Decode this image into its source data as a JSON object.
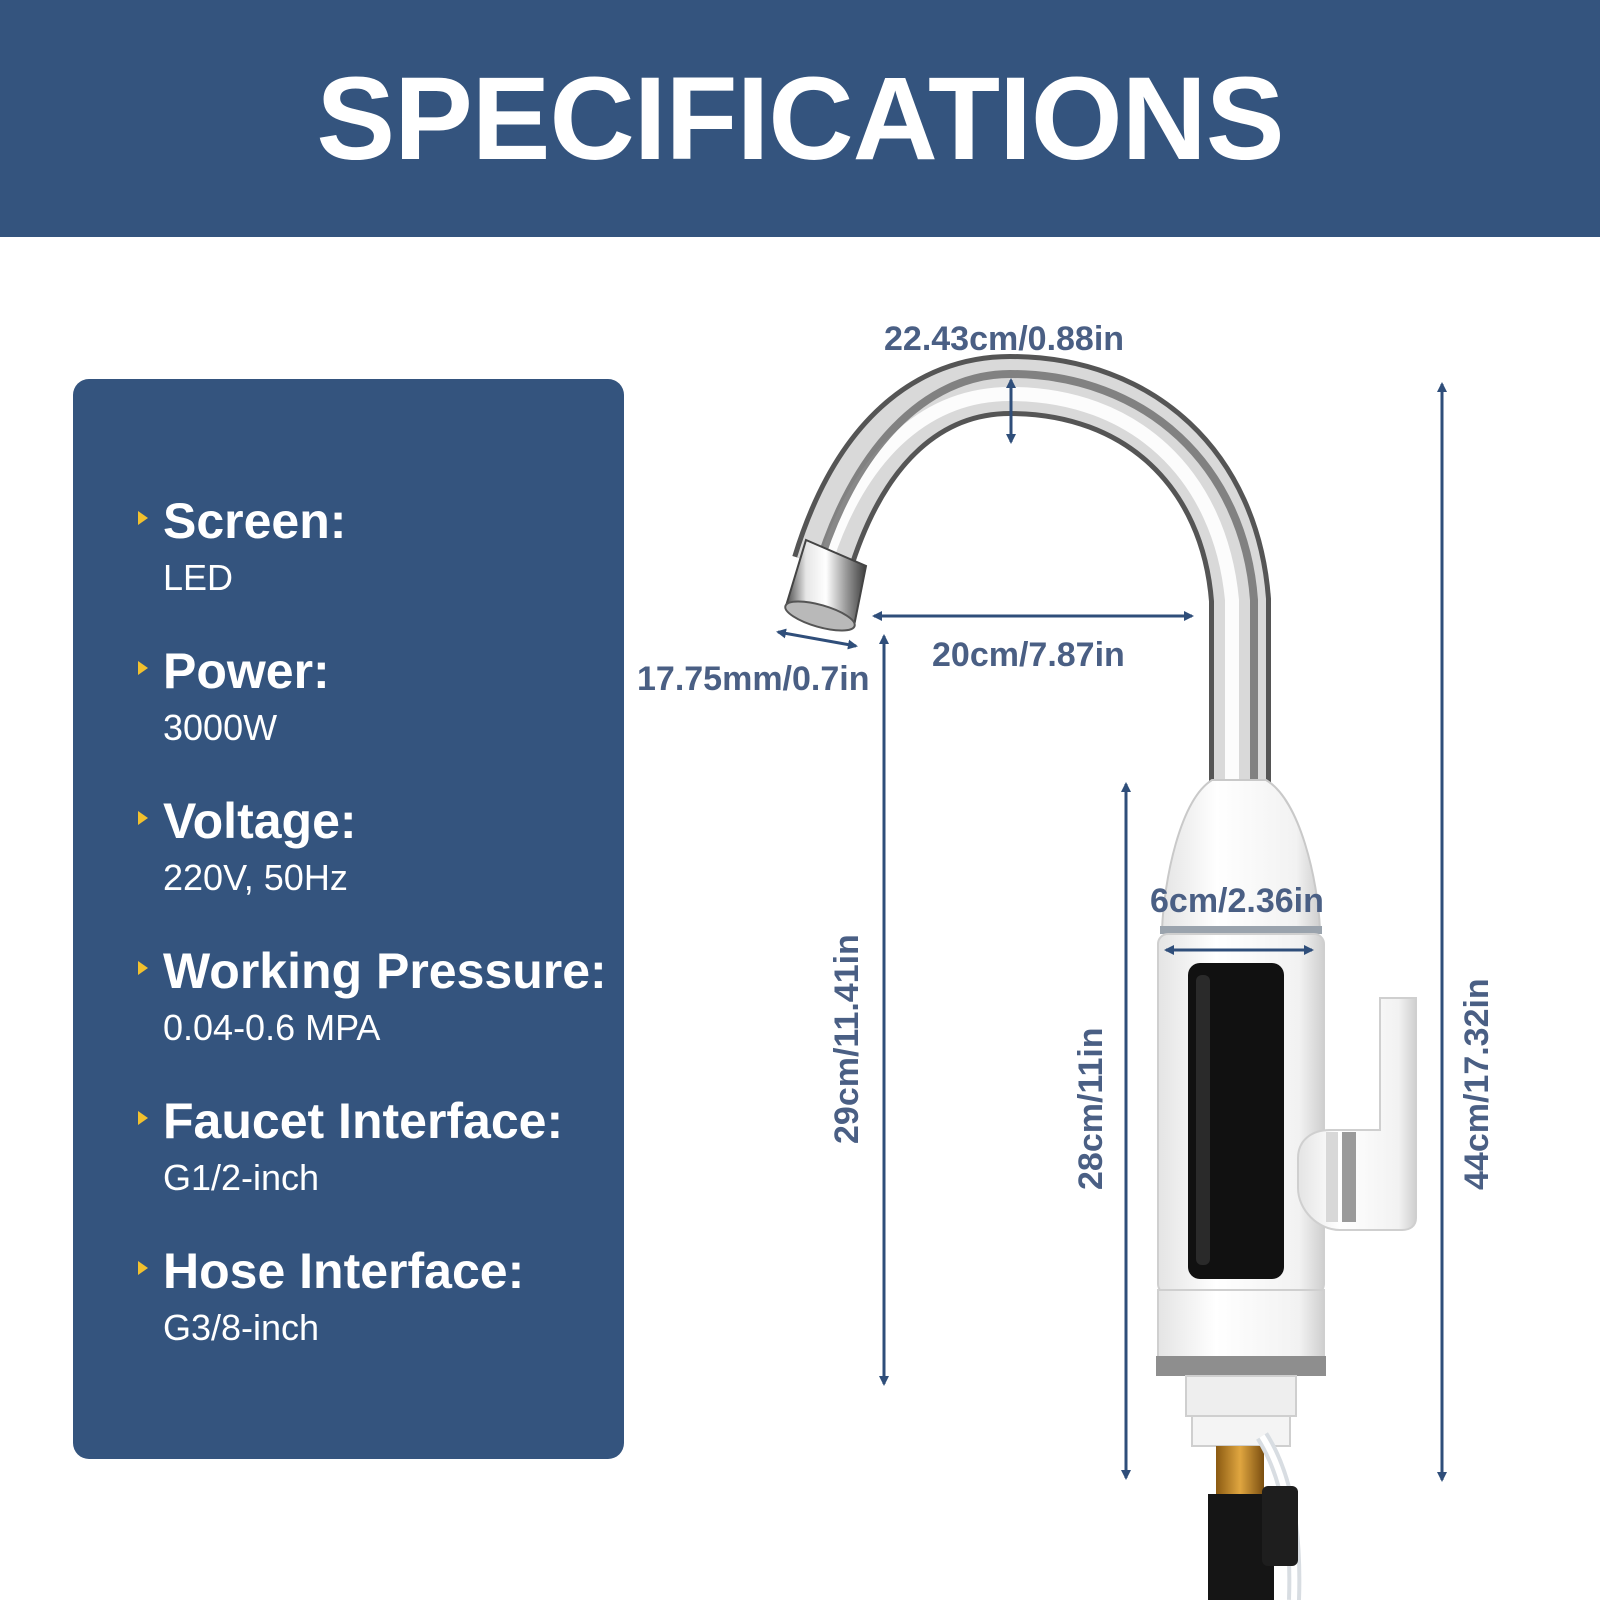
{
  "header": {
    "title": "SPECIFICATIONS"
  },
  "specs": [
    {
      "label": "Screen:",
      "value": "LED"
    },
    {
      "label": "Power:",
      "value": "3000W"
    },
    {
      "label": "Voltage:",
      "value": "220V, 50Hz"
    },
    {
      "label": "Working Pressure:",
      "value": "0.04-0.6 MPA"
    },
    {
      "label": "Faucet Interface:",
      "value": "G1/2-inch"
    },
    {
      "label": "Hose Interface:",
      "value": "G3/8-inch"
    }
  ],
  "dimensions": {
    "pipe_diameter": "22.43cm/0.88in",
    "aerator_diameter": "17.75mm/0.7in",
    "spout_reach": "20cm/7.87in",
    "body_width": "6cm/2.36in",
    "spout_height": "29cm/11.41in",
    "body_height": "28cm/11in",
    "total_height": "44cm/17.32in"
  },
  "colors": {
    "brand_blue": "#34547e",
    "bullet_yellow": "#f2c12e",
    "dimension_text": "#4a5f84",
    "dimension_arrow": "#2f4e7a"
  }
}
